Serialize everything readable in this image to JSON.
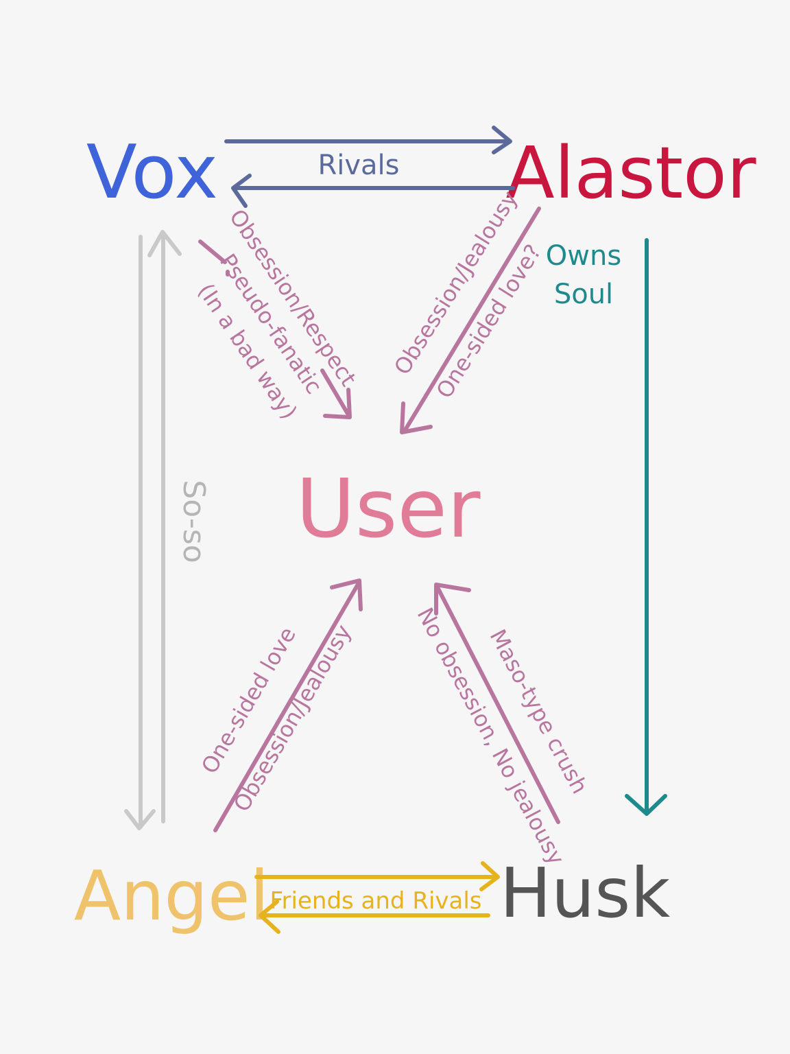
{
  "colors": {
    "background": "#f6f6f7",
    "vox": "#3f63d8",
    "alastor": "#c8163f",
    "user": "#e07b98",
    "angel": "#efc36b",
    "husk": "#555555",
    "rivals": "#5b6a9a",
    "obsession": "#b8769f",
    "soul": "#1e8a8c",
    "soso": "#c9c9c9",
    "friends": "#e6b31c"
  },
  "nodes": {
    "vox": "Vox",
    "alastor": "Alastor",
    "user": "User",
    "angel": "Angel",
    "husk": "Husk"
  },
  "labels": {
    "rivals": "Rivals",
    "owns_soul_1": "Owns",
    "owns_soul_2": "Soul",
    "so_so": "So-so",
    "friends_rivals": "Friends and Rivals",
    "vox_user_1": "Obsession/Respect",
    "vox_user_2": "Pseudo-fanatic",
    "vox_user_3": "(In a bad way)",
    "alastor_user_1": "Obsession/Jealousy",
    "alastor_user_2": "One-sided love?",
    "angel_user_1": "One-sided love",
    "angel_user_2": "Obsession/Jealousy",
    "husk_user_1": "Maso-type crush",
    "husk_user_2": "No obsession, No jealousy"
  }
}
